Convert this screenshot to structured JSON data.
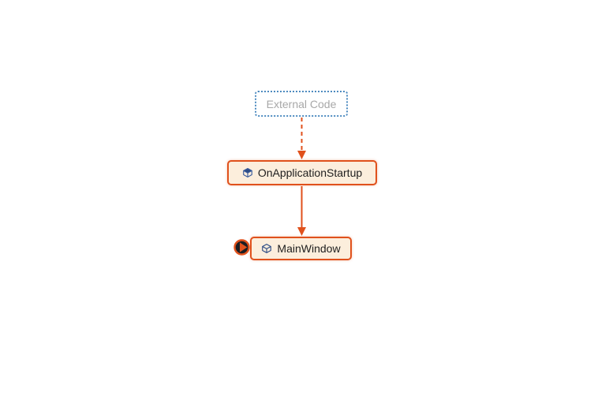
{
  "diagram": {
    "kind": "code-map-call-graph",
    "background": "#ffffff",
    "nodes": {
      "external_code": {
        "label": "External Code"
      },
      "on_application_startup": {
        "label": "OnApplicationStartup",
        "icon": "method-cube-icon"
      },
      "main_window": {
        "label": "MainWindow",
        "icon": "class-cube-icon"
      }
    },
    "edges": [
      {
        "from": "External Code",
        "to": "OnApplicationStartup",
        "style": "dashed",
        "color": "#E0511C"
      },
      {
        "from": "OnApplicationStartup",
        "to": "MainWindow",
        "style": "solid",
        "color": "#E0511C"
      }
    ],
    "badges": {
      "main_window_expand": {
        "icon": "expand-node-badge",
        "shape": "dark-circle-orange-right-triangle"
      }
    },
    "colors": {
      "accent_orange": "#E0511C",
      "node_fill": "#FCEEDC",
      "external_border_blue": "#4E8BC0",
      "external_text_gray": "#A8A8A8",
      "node_text": "#1E1E1E",
      "badge_fill_dark": "#1B1D22",
      "icon_blue": "#3A5C9C"
    }
  }
}
